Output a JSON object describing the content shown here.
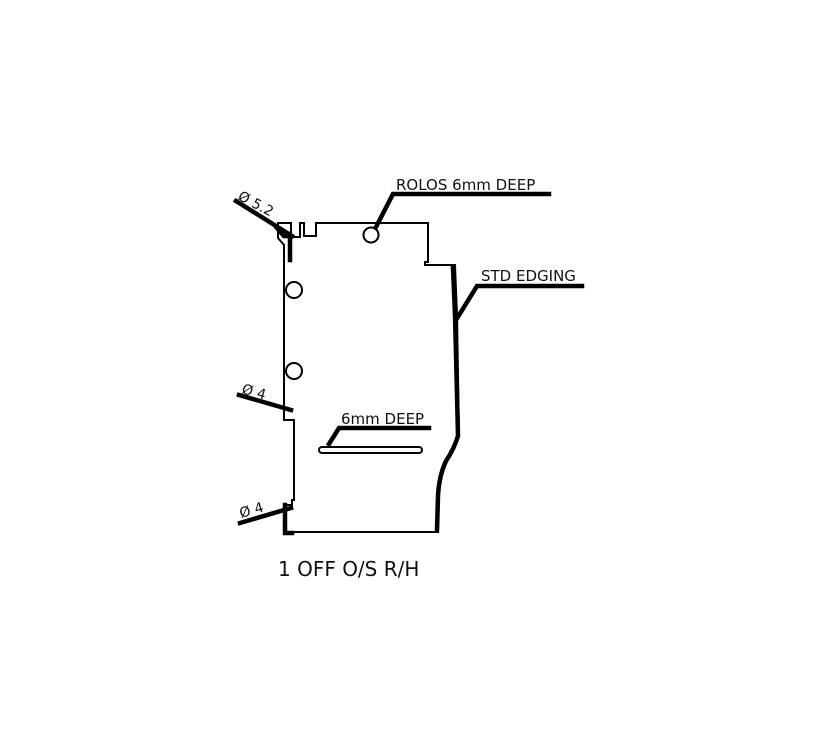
{
  "drawing": {
    "title": "1 OFF O/S R/H",
    "annotations": {
      "rolos": "ROLOS 6mm DEEP",
      "edging": "STD EDGING",
      "groove": "6mm DEEP",
      "dia_top": "Ø 5.2",
      "dia_mid": "Ø 4",
      "dia_bottom": "Ø 4"
    }
  },
  "colors": {
    "line": "#000000",
    "background": "#ffffff"
  }
}
